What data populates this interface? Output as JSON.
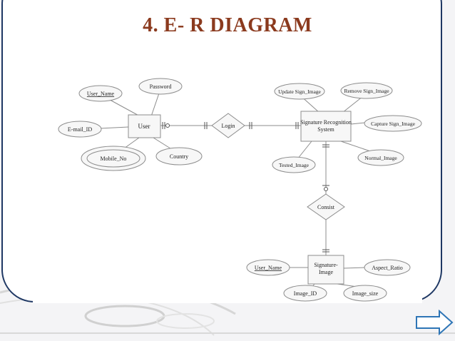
{
  "slide": {
    "title": "4. E- R DIAGRAM"
  },
  "diagram": {
    "entities": {
      "user": "User",
      "srs_line1": "Signature Recognition",
      "srs_line2": "System",
      "sig_line1": "Signature-",
      "sig_line2": "Image"
    },
    "relationships": {
      "login": "Login",
      "consist": "Consist"
    },
    "attributes": {
      "user_name_1": "User_Name",
      "password": "Password",
      "email_id": "E-mail_ID",
      "mobile_no": "Mobile_No",
      "country": "Country",
      "update_sign": "Update Sign_Image",
      "remove_sign": "Remove Sign_Image",
      "capture_sign": "Capture Sign_Image",
      "normal_image": "Normal_Image",
      "tested_image": "Tested_Image",
      "user_name_2": "User_Name",
      "aspect_ratio": "Aspect_Ratio",
      "image_id": "Image_ID",
      "image_size": "Image_size"
    }
  },
  "colors": {
    "frame": "#1f3864",
    "title": "#8b3a1e",
    "shape_stroke": "#8c8c8c",
    "next_arrow": "#2e75b6"
  },
  "icons": {
    "next": "right-arrow-icon"
  }
}
